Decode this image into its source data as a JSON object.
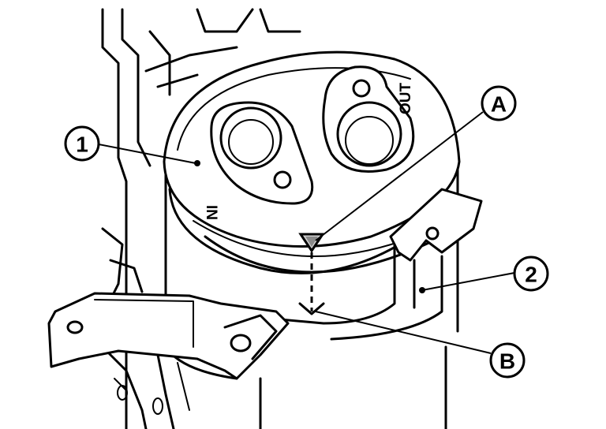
{
  "callouts": {
    "part_1": "1",
    "part_2": "2",
    "point_a": "A",
    "point_b": "B"
  },
  "port_labels": {
    "inlet": "IN",
    "outlet": "OUT"
  },
  "colors": {
    "line": "#000000",
    "background": "#ffffff"
  }
}
